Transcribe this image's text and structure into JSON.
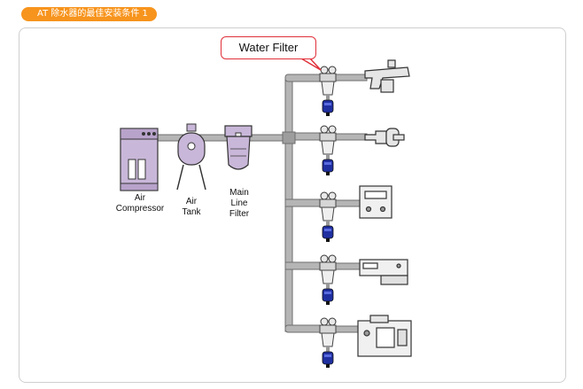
{
  "header": {
    "title": "AT 除水器的最佳安装条件 1"
  },
  "diagram": {
    "callout": "Water Filter",
    "labels": {
      "air_compressor": [
        "Air",
        "Compressor"
      ],
      "air_tank": [
        "Air",
        "Tank"
      ],
      "main_line_filter": [
        "Main",
        "Line",
        "Filter"
      ]
    },
    "devices": [
      "spray-gun",
      "air-tool",
      "control-box",
      "machine",
      "generator"
    ]
  },
  "colors": {
    "accent": "#f7941d",
    "callout_border": "#e0303a",
    "pipe": "#b5b5b5",
    "equipment": "#c9b7d9",
    "filter_blue": "#1f2fa0"
  }
}
